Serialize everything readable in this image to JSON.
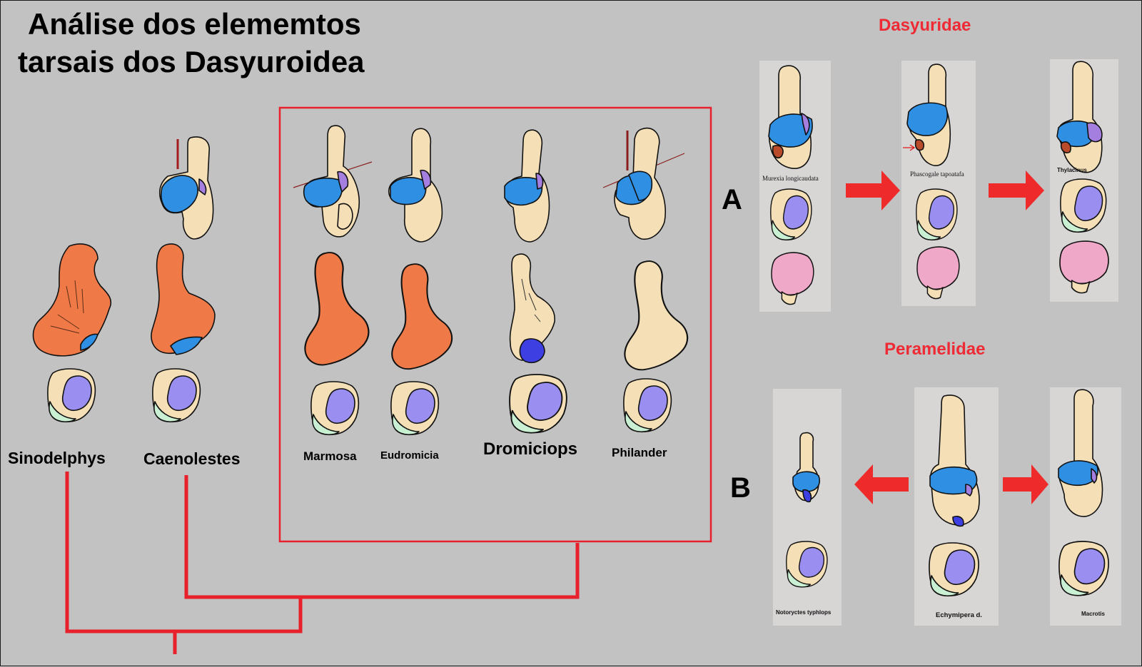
{
  "title": {
    "line1": "Análise dos elememtos",
    "line2": "tarsais dos Dasyuroidea"
  },
  "taxa": {
    "sinodelphys": "Sinodelphys",
    "caenolestes": "Caenolestes",
    "marmosa": "Marmosa",
    "eudromicia": "Eudromicia",
    "dromiciops": "Dromiciops",
    "philander": "Philander"
  },
  "groups": {
    "dasyuridae": {
      "heading": "Dasyuridae",
      "letter": "A",
      "labels": [
        "Murexia longicaudata",
        "Phascogale tapoatafa",
        "Thylacinus"
      ]
    },
    "peramelidae": {
      "heading": "Peramelidae",
      "letter": "B",
      "labels": [
        "Notoryctes typhlops",
        "Echymipera d.",
        "Macrotis"
      ]
    }
  },
  "colors": {
    "background": "#c2c2c2",
    "tree_and_box": "#e8202b",
    "arrows": "#ee2a2a",
    "bone_cream": "#f5dfb6",
    "calcaneum_orange": "#f07a47",
    "facet_blue": "#2f8fe3",
    "facet_lilac": "#9a8ef0",
    "facet_mint": "#c9f0d2",
    "facet_pink": "#f0a8c8"
  }
}
